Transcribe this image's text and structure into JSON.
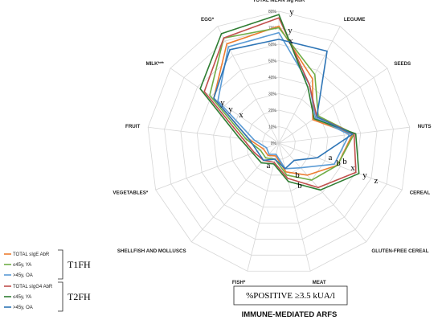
{
  "chart_data": {
    "type": "radar",
    "axes": [
      "TOTAL MEAN sIg AbR",
      "LEGUME",
      "SEEDS",
      "NUTS",
      "CEREAL",
      "GLUTEN-FREE CEREAL",
      "MEAT",
      "FISH*",
      "SHELLFISH AND MOLLUSCS",
      "VEGETABLES*",
      "FRUIT",
      "MILK***",
      "EGG*"
    ],
    "ticks": [
      "0%",
      "10%",
      "20%",
      "30%",
      "40%",
      "50%",
      "60%",
      "70%",
      "80%"
    ],
    "rmax": 80,
    "series": [
      {
        "name": "TOTAL sIgE AbR",
        "color": "#ed7d31",
        "values": [
          71,
          44,
          25,
          45,
          38,
          26,
          18,
          8,
          10,
          10,
          18,
          48,
          68
        ]
      },
      {
        "name": "≤45y, YA",
        "color": "#70ad47",
        "values": [
          70,
          47,
          29,
          46,
          38,
          30,
          20,
          10,
          12,
          12,
          20,
          51,
          72
        ]
      },
      {
        "name": ">45y, OA",
        "color": "#5b9bd5",
        "values": [
          67,
          40,
          27,
          43,
          36,
          20,
          16,
          7,
          9,
          8,
          15,
          45,
          66
        ]
      },
      {
        "name": "TOTAL sIgG4 AbR",
        "color": "#c0504d",
        "values": [
          76,
          40,
          28,
          46,
          50,
          36,
          22,
          12,
          14,
          16,
          22,
          55,
          72
        ]
      },
      {
        "name": "≤45y, YA",
        "color": "#2e7d32",
        "values": [
          78,
          38,
          26,
          47,
          52,
          38,
          24,
          13,
          16,
          17,
          24,
          58,
          75
        ]
      },
      {
        "name": ">45y, OA",
        "color": "#2e75b6",
        "values": [
          63,
          63,
          28,
          45,
          25,
          14,
          16,
          10,
          14,
          14,
          18,
          48,
          64
        ]
      }
    ],
    "annotations": [
      "y",
      "y",
      "x",
      "y",
      "y",
      "x",
      "a",
      "a",
      "b",
      "b",
      "x",
      "y",
      "z",
      "b",
      "b"
    ],
    "legend_groups": [
      "T1FH",
      "T2FH"
    ],
    "box_text": "%POSITIVE ≥3.5 kUA/l",
    "caption": "IMMUNE-MEDIATED ARFS"
  }
}
